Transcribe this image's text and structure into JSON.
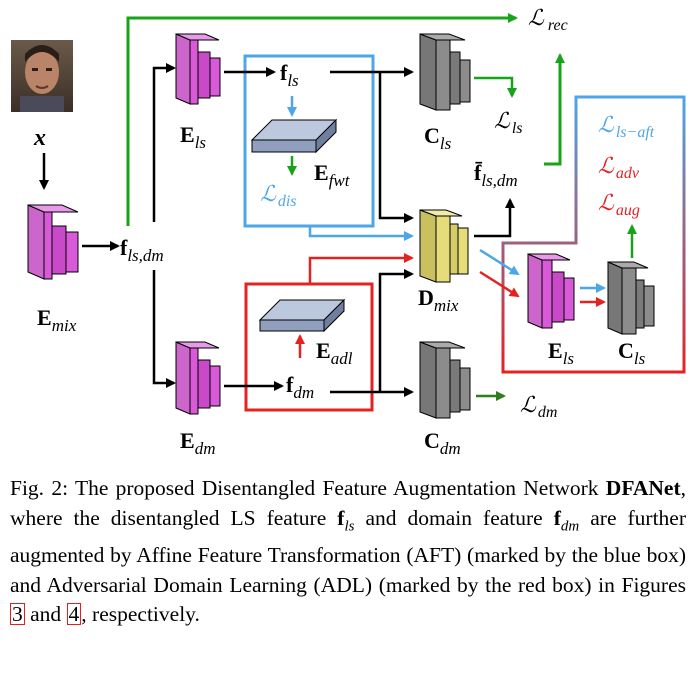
{
  "diagram": {
    "input_symbol": "x",
    "blocks": {
      "e_mix": {
        "base": "E",
        "sub": "mix"
      },
      "e_ls": {
        "base": "E",
        "sub": "ls"
      },
      "e_dm": {
        "base": "E",
        "sub": "dm"
      },
      "c_ls": {
        "base": "C",
        "sub": "ls"
      },
      "c_dm": {
        "base": "C",
        "sub": "dm"
      },
      "d_mix": {
        "base": "D",
        "sub": "mix"
      },
      "e_fwt": {
        "base": "E",
        "sub": "fwt"
      },
      "e_adl": {
        "base": "E",
        "sub": "adl"
      },
      "e_ls_2": {
        "base": "E",
        "sub": "ls"
      },
      "c_ls_2": {
        "base": "C",
        "sub": "ls"
      }
    },
    "features": {
      "f_ls_dm": {
        "base": "f",
        "sub": "ls,dm"
      },
      "f_ls": {
        "base": "f",
        "sub": "ls"
      },
      "f_dm": {
        "base": "f",
        "sub": "dm"
      },
      "f_bar_ls_dm": {
        "base": "f̄",
        "sub": "ls,dm"
      }
    },
    "losses": {
      "rec": {
        "base": "ℒ",
        "sub": "rec"
      },
      "ls": {
        "base": "ℒ",
        "sub": "ls"
      },
      "dis": {
        "base": "ℒ",
        "sub": "dis"
      },
      "dm": {
        "base": "ℒ",
        "sub": "dm"
      },
      "ls_aft": {
        "base": "ℒ",
        "sub": "ls−aft"
      },
      "adv": {
        "base": "ℒ",
        "sub": "adv"
      },
      "aug": {
        "base": "ℒ",
        "sub": "aug"
      }
    },
    "colors": {
      "green": "#19a319",
      "blue": "#4da6e8",
      "red": "#e52222",
      "magenta": "#d85ad8",
      "gray": "#8c8c8c",
      "yellow": "#e6dc7a",
      "slab": "#8f9fbd",
      "dark_green": "#2e7d1e"
    }
  },
  "caption": {
    "prefix": "Fig. 2: The proposed Disentangled Feature Augmentation Network ",
    "network_name": "DFANet",
    "part1": ", where the disentangled LS feature ",
    "f1_base": "f",
    "f1_sub": "ls",
    "part2": " and domain feature ",
    "f2_base": "f",
    "f2_sub": "dm",
    "part3": " are further augmented by Affine Feature Transformation (AFT) (marked by the blue box) and Adversarial Domain Learning (ADL) (marked by the red box) in Figures ",
    "ref1": "3",
    "part4": " and ",
    "ref2": "4",
    "part5": ", respectively."
  }
}
